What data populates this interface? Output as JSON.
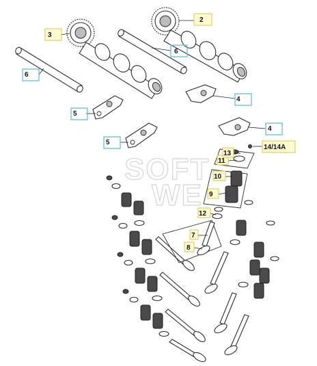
{
  "callouts": [
    {
      "id": "c2",
      "label": "2"
    },
    {
      "id": "c3",
      "label": "3"
    },
    {
      "id": "c4a",
      "label": "4"
    },
    {
      "id": "c4b",
      "label": "4"
    },
    {
      "id": "c5a",
      "label": "5"
    },
    {
      "id": "c5b",
      "label": "5"
    },
    {
      "id": "c6a",
      "label": "6"
    },
    {
      "id": "c6b",
      "label": "6"
    },
    {
      "id": "c7",
      "label": "7"
    },
    {
      "id": "c8",
      "label": "8"
    },
    {
      "id": "c9",
      "label": "9"
    },
    {
      "id": "c10",
      "label": "10"
    },
    {
      "id": "c11",
      "label": "11"
    },
    {
      "id": "c12",
      "label": "12"
    },
    {
      "id": "c13",
      "label": "13"
    },
    {
      "id": "c14",
      "label": "14/14A"
    }
  ],
  "watermark": {
    "line1": "SOFT",
    "line2": "WE"
  },
  "colors": {
    "callout_fill": "#fffbd0",
    "callout_border_yellow": "#d9c84a",
    "callout_border_blue": "#6cc3e0"
  }
}
